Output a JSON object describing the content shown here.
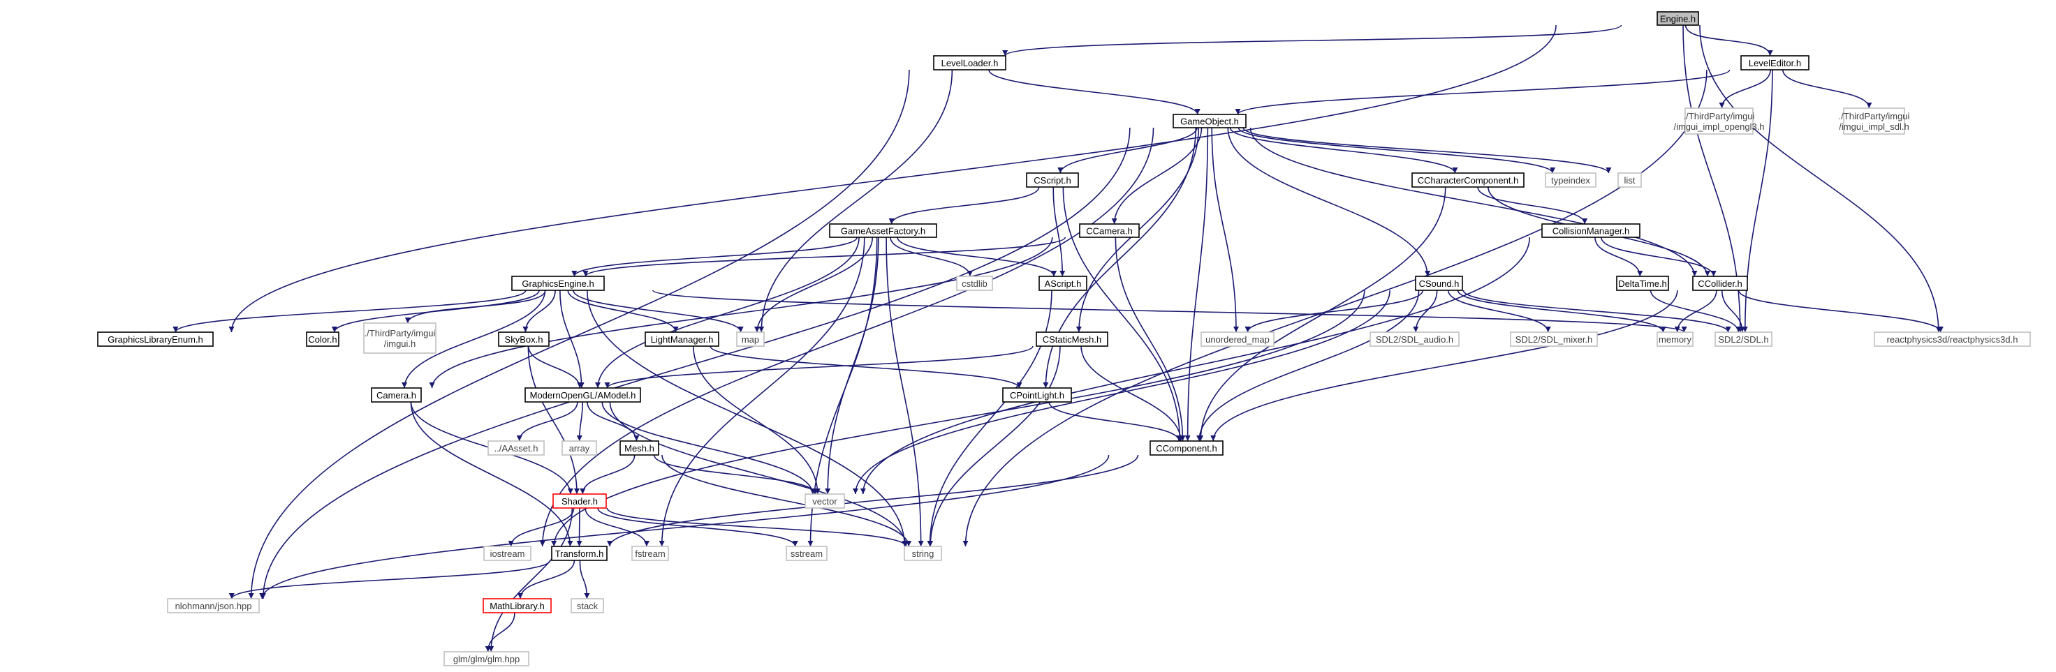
{
  "colors": {
    "edge": "#191970",
    "border_normal": "#000000",
    "border_external": "#bfbfbf",
    "border_truncated": "#ff0000",
    "fill_root": "#bfbfbf",
    "fill_default": "#ffffff",
    "text_default": "#000000",
    "text_external": "#404040"
  },
  "nodes": [
    {
      "id": "engine",
      "label": "Engine.h",
      "kind": "root"
    },
    {
      "id": "levelloader",
      "label": "LevelLoader.h",
      "kind": "normal"
    },
    {
      "id": "leveleditor",
      "label": "LevelEditor.h",
      "kind": "normal"
    },
    {
      "id": "gameobject",
      "label": "GameObject.h",
      "kind": "normal"
    },
    {
      "id": "imgui_opengl3",
      "label": "./ThirdParty/imgui\n/imgui_impl_opengl3.h",
      "kind": "external"
    },
    {
      "id": "imgui_sdl",
      "label": "./ThirdParty/imgui\n/imgui_impl_sdl.h",
      "kind": "external"
    },
    {
      "id": "cscript",
      "label": "CScript.h",
      "kind": "normal"
    },
    {
      "id": "ccharacter",
      "label": "CCharacterComponent.h",
      "kind": "normal"
    },
    {
      "id": "typeindex",
      "label": "typeindex",
      "kind": "external"
    },
    {
      "id": "list",
      "label": "list",
      "kind": "external"
    },
    {
      "id": "ccamera",
      "label": "CCamera.h",
      "kind": "normal"
    },
    {
      "id": "gameasset",
      "label": "GameAssetFactory.h",
      "kind": "normal"
    },
    {
      "id": "collisionmgr",
      "label": "CollisionManager.h",
      "kind": "normal"
    },
    {
      "id": "graphicsengine",
      "label": "GraphicsEngine.h",
      "kind": "normal"
    },
    {
      "id": "cstdlib",
      "label": "cstdlib",
      "kind": "external"
    },
    {
      "id": "ascript",
      "label": "AScript.h",
      "kind": "normal"
    },
    {
      "id": "csound",
      "label": "CSound.h",
      "kind": "normal"
    },
    {
      "id": "deltatime",
      "label": "DeltaTime.h",
      "kind": "normal"
    },
    {
      "id": "ccollider",
      "label": "CCollider.h",
      "kind": "normal"
    },
    {
      "id": "glenum",
      "label": "GraphicsLibraryEnum.h",
      "kind": "normal"
    },
    {
      "id": "color",
      "label": "Color.h",
      "kind": "normal"
    },
    {
      "id": "tp_imgui",
      "label": "./ThirdParty/imgui\n/imgui.h",
      "kind": "external"
    },
    {
      "id": "skybox",
      "label": "SkyBox.h",
      "kind": "normal"
    },
    {
      "id": "lightmgr",
      "label": "LightManager.h",
      "kind": "normal"
    },
    {
      "id": "map",
      "label": "map",
      "kind": "external"
    },
    {
      "id": "cstaticmesh",
      "label": "CStaticMesh.h",
      "kind": "normal"
    },
    {
      "id": "unordered_map",
      "label": "unordered_map",
      "kind": "external"
    },
    {
      "id": "sdl_audio",
      "label": "SDL2/SDL_audio.h",
      "kind": "external"
    },
    {
      "id": "sdl_mixer",
      "label": "SDL2/SDL_mixer.h",
      "kind": "external"
    },
    {
      "id": "memory",
      "label": "memory",
      "kind": "external"
    },
    {
      "id": "sdl",
      "label": "SDL2/SDL.h",
      "kind": "external"
    },
    {
      "id": "reactphysics",
      "label": "reactphysics3d/reactphysics3d.h",
      "kind": "external"
    },
    {
      "id": "camera",
      "label": "Camera.h",
      "kind": "normal"
    },
    {
      "id": "amodel",
      "label": "ModernOpenGL/AModel.h",
      "kind": "normal"
    },
    {
      "id": "cpointlight",
      "label": "CPointLight.h",
      "kind": "normal"
    },
    {
      "id": "aasset",
      "label": "../AAsset.h",
      "kind": "external"
    },
    {
      "id": "array",
      "label": "array",
      "kind": "external"
    },
    {
      "id": "mesh",
      "label": "Mesh.h",
      "kind": "normal"
    },
    {
      "id": "ccomponent",
      "label": "CComponent.h",
      "kind": "normal"
    },
    {
      "id": "shader",
      "label": "Shader.h",
      "kind": "truncated"
    },
    {
      "id": "vector",
      "label": "vector",
      "kind": "external"
    },
    {
      "id": "iostream",
      "label": "iostream",
      "kind": "external"
    },
    {
      "id": "transform",
      "label": "Transform.h",
      "kind": "normal"
    },
    {
      "id": "fstream",
      "label": "fstream",
      "kind": "external"
    },
    {
      "id": "sstream",
      "label": "sstream",
      "kind": "external"
    },
    {
      "id": "string",
      "label": "string",
      "kind": "external"
    },
    {
      "id": "json",
      "label": "nlohmann/json.hpp",
      "kind": "external"
    },
    {
      "id": "mathlib",
      "label": "MathLibrary.h",
      "kind": "truncated"
    },
    {
      "id": "stack",
      "label": "stack",
      "kind": "external"
    },
    {
      "id": "glm",
      "label": "glm/glm/glm.hpp",
      "kind": "external"
    }
  ],
  "edges": [
    [
      "engine",
      "levelloader"
    ],
    [
      "engine",
      "leveleditor"
    ],
    [
      "engine",
      "glenum"
    ],
    [
      "engine",
      "sdl"
    ],
    [
      "engine",
      "reactphysics"
    ],
    [
      "levelloader",
      "gameobject"
    ],
    [
      "levelloader",
      "map"
    ],
    [
      "levelloader",
      "json"
    ],
    [
      "leveleditor",
      "gameobject"
    ],
    [
      "leveleditor",
      "imgui_opengl3"
    ],
    [
      "leveleditor",
      "imgui_sdl"
    ],
    [
      "leveleditor",
      "sdl"
    ],
    [
      "leveleditor",
      "string"
    ],
    [
      "gameobject",
      "cscript"
    ],
    [
      "gameobject",
      "ccharacter"
    ],
    [
      "gameobject",
      "typeindex"
    ],
    [
      "gameobject",
      "list"
    ],
    [
      "gameobject",
      "ccamera"
    ],
    [
      "gameobject",
      "csound"
    ],
    [
      "gameobject",
      "cstaticmesh"
    ],
    [
      "gameobject",
      "cpointlight"
    ],
    [
      "gameobject",
      "unordered_map"
    ],
    [
      "gameobject",
      "ccomponent"
    ],
    [
      "gameobject",
      "ccollider"
    ],
    [
      "gameobject",
      "iostream"
    ],
    [
      "gameobject",
      "json"
    ],
    [
      "cscript",
      "gameasset"
    ],
    [
      "cscript",
      "ascript"
    ],
    [
      "cscript",
      "ccomponent"
    ],
    [
      "ccharacter",
      "collisionmgr"
    ],
    [
      "ccharacter",
      "ccollider"
    ],
    [
      "ccharacter",
      "ccomponent"
    ],
    [
      "ccamera",
      "graphicsengine"
    ],
    [
      "ccamera",
      "camera"
    ],
    [
      "ccamera",
      "ccomponent"
    ],
    [
      "gameasset",
      "graphicsengine"
    ],
    [
      "gameasset",
      "cstdlib"
    ],
    [
      "gameasset",
      "ascript"
    ],
    [
      "gameasset",
      "map"
    ],
    [
      "gameasset",
      "amodel"
    ],
    [
      "gameasset",
      "vector"
    ],
    [
      "gameasset",
      "fstream"
    ],
    [
      "gameasset",
      "sstream"
    ],
    [
      "gameasset",
      "string"
    ],
    [
      "collisionmgr",
      "deltatime"
    ],
    [
      "collisionmgr",
      "ccollider"
    ],
    [
      "collisionmgr",
      "vector"
    ],
    [
      "graphicsengine",
      "glenum"
    ],
    [
      "graphicsengine",
      "color"
    ],
    [
      "graphicsengine",
      "tp_imgui"
    ],
    [
      "graphicsengine",
      "skybox"
    ],
    [
      "graphicsengine",
      "lightmgr"
    ],
    [
      "graphicsengine",
      "map"
    ],
    [
      "graphicsengine",
      "camera"
    ],
    [
      "graphicsengine",
      "amodel"
    ],
    [
      "graphicsengine",
      "sdl"
    ],
    [
      "graphicsengine",
      "string"
    ],
    [
      "ascript",
      "string"
    ],
    [
      "csound",
      "unordered_map"
    ],
    [
      "csound",
      "sdl_audio"
    ],
    [
      "csound",
      "sdl_mixer"
    ],
    [
      "csound",
      "memory"
    ],
    [
      "csound",
      "sdl"
    ],
    [
      "csound",
      "ccomponent"
    ],
    [
      "csound",
      "vector"
    ],
    [
      "csound",
      "iostream"
    ],
    [
      "deltatime",
      "sdl"
    ],
    [
      "ccollider",
      "memory"
    ],
    [
      "ccollider",
      "sdl"
    ],
    [
      "ccollider",
      "reactphysics"
    ],
    [
      "ccollider",
      "ccomponent"
    ],
    [
      "skybox",
      "amodel"
    ],
    [
      "skybox",
      "shader"
    ],
    [
      "lightmgr",
      "cpointlight"
    ],
    [
      "lightmgr",
      "vector"
    ],
    [
      "cstaticmesh",
      "amodel"
    ],
    [
      "cstaticmesh",
      "ccomponent"
    ],
    [
      "cstaticmesh",
      "string"
    ],
    [
      "camera",
      "shader"
    ],
    [
      "camera",
      "transform"
    ],
    [
      "amodel",
      "aasset"
    ],
    [
      "amodel",
      "array"
    ],
    [
      "amodel",
      "mesh"
    ],
    [
      "amodel",
      "vector"
    ],
    [
      "amodel",
      "string"
    ],
    [
      "cpointlight",
      "ccomponent"
    ],
    [
      "mesh",
      "shader"
    ],
    [
      "mesh",
      "vector"
    ],
    [
      "mesh",
      "string"
    ],
    [
      "ccomponent",
      "transform"
    ],
    [
      "ccomponent",
      "json"
    ],
    [
      "shader",
      "iostream"
    ],
    [
      "shader",
      "transform"
    ],
    [
      "shader",
      "fstream"
    ],
    [
      "shader",
      "sstream"
    ],
    [
      "shader",
      "string"
    ],
    [
      "shader",
      "glm"
    ],
    [
      "transform",
      "json"
    ],
    [
      "transform",
      "mathlib"
    ],
    [
      "transform",
      "stack"
    ],
    [
      "mathlib",
      "glm"
    ]
  ]
}
